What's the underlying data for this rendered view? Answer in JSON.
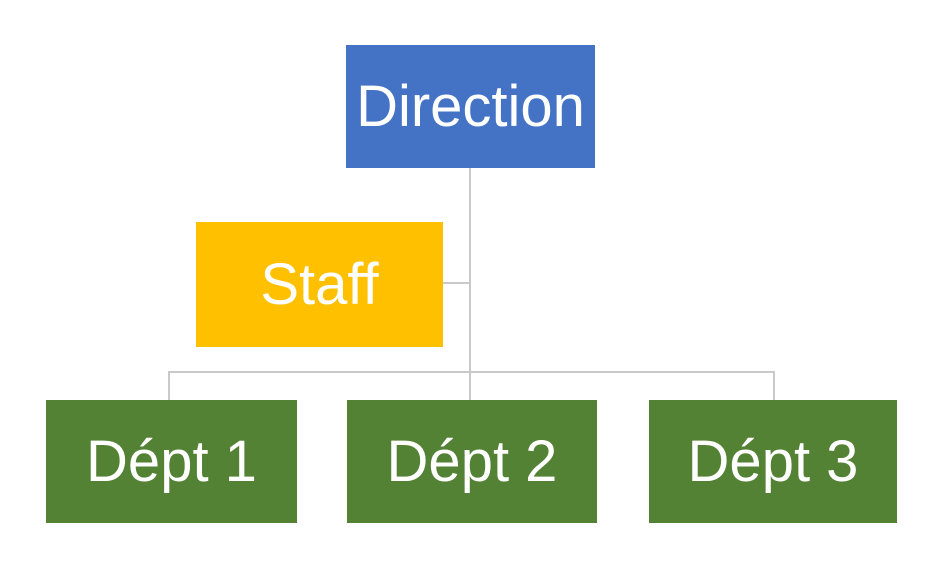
{
  "diagram": {
    "type": "org-chart",
    "background_color": "#FFFFFF",
    "connector_color": "#C9C9C9",
    "text_color": "#FFFFFF",
    "nodes": [
      {
        "id": "direction",
        "label": "Direction",
        "fill": "#4472C4",
        "level": 1
      },
      {
        "id": "staff",
        "label": "Staff",
        "fill": "#FFC000",
        "level": 2
      },
      {
        "id": "dept1",
        "label": "Dépt 1",
        "fill": "#548235",
        "level": 3
      },
      {
        "id": "dept2",
        "label": "Dépt 2",
        "fill": "#548235",
        "level": 3
      },
      {
        "id": "dept3",
        "label": "Dépt 3",
        "fill": "#548235",
        "level": 3
      }
    ],
    "edges": [
      {
        "from": "direction",
        "to": "staff",
        "style": "elbow-assistant"
      },
      {
        "from": "direction",
        "to": "dept1",
        "style": "elbow"
      },
      {
        "from": "direction",
        "to": "dept2",
        "style": "elbow"
      },
      {
        "from": "direction",
        "to": "dept3",
        "style": "elbow"
      }
    ]
  }
}
